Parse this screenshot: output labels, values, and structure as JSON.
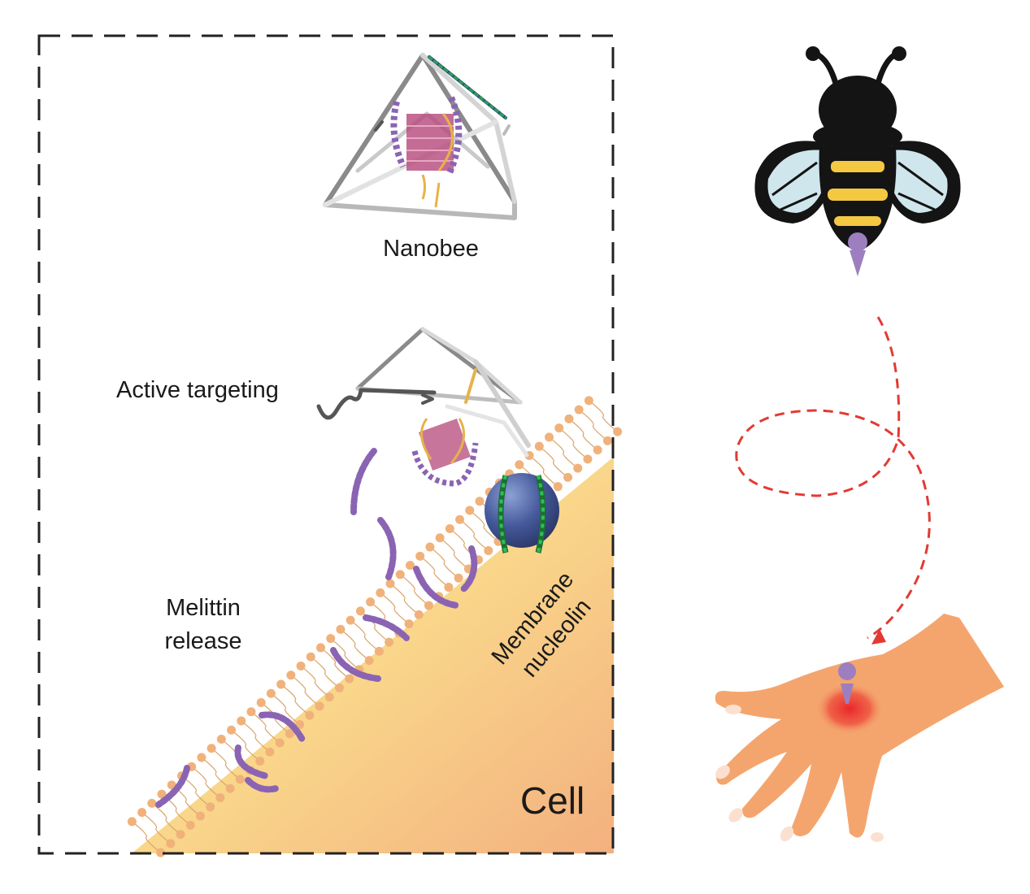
{
  "labels": {
    "nanobee": "Nanobee",
    "active_targeting": "Active targeting",
    "melittin_line1": "Melittin",
    "melittin_line2": "release",
    "membrane_line1": "Membrane",
    "membrane_line2": "nucleolin",
    "cell": "Cell"
  },
  "colors": {
    "frame": "#222222",
    "cell_fill_light": "#fbe38e",
    "cell_fill_dark": "#f3b07f",
    "lipid_head": "#f0b27a",
    "lipid_tail": "#d9a46b",
    "melittin": "#8a64b3",
    "dna_frame": "#8a8a8a",
    "core_block": "#b5477a",
    "aptamer_line": "#555555",
    "gold_strand": "#e6b34a",
    "nucleolin": "#45599b",
    "nucleolin_stripe": "#27a448",
    "bee_body": "#141414",
    "bee_stripe": "#f5c842",
    "bee_wing": "#cfe6ec",
    "stinger": "#9d7fbf",
    "flight_path": "#e23a33",
    "hand_skin": "#f4a56e",
    "sting_glow": "#e9262b"
  },
  "icons": {
    "insect": "bee-icon",
    "hand": "hand-icon"
  }
}
